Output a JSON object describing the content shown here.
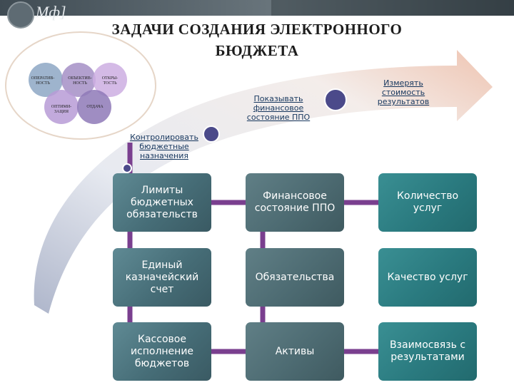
{
  "header": {
    "logo_text": "Мф]",
    "title": "ЗАДАЧИ СОЗДАНИЯ ЭЛЕКТРОННОГО БЮДЖЕТА"
  },
  "venn": {
    "circles": [
      {
        "label": "ОПЕРАТИВ-\nНОСТЬ",
        "color": "#8da7c4"
      },
      {
        "label": "ОБЪЕКТИВ-\nНОСТЬ",
        "color": "#a48fc5"
      },
      {
        "label": "ОТКРЫ-\nТОСТЬ",
        "color": "#cdaee2"
      },
      {
        "label": "ОПТИМИ-\nЗАЦИЯ",
        "color": "#b79bd6"
      },
      {
        "label": "ОТДАЧА",
        "color": "#8e79b7"
      }
    ]
  },
  "steps": [
    {
      "label": "Контролировать\nбюджетные\nназначения"
    },
    {
      "label": "Показывать\nфинансовое\nсостояние ППО"
    },
    {
      "label": "Измерять\nстоимость\nрезультатов"
    }
  ],
  "grid": {
    "columns": [
      [
        "Лимиты бюджетных обязательств",
        "Единый казначейский счет",
        "Кассовое исполнение бюджетов"
      ],
      [
        "Финансовое состояние ППО",
        "Обязательства",
        "Активы"
      ],
      [
        "Количество услуг",
        "Качество услуг",
        "Взаимосвязь с результатами"
      ]
    ]
  },
  "colors": {
    "connector": "#7a3f8f",
    "marker": "#4b4a8a",
    "arrow_body": "#e1e5ec",
    "arrow_tip": "#f0d3c6",
    "box_col1": "#466d77",
    "box_col2": "#4d6b72",
    "box_col3": "#2a7a7f"
  }
}
